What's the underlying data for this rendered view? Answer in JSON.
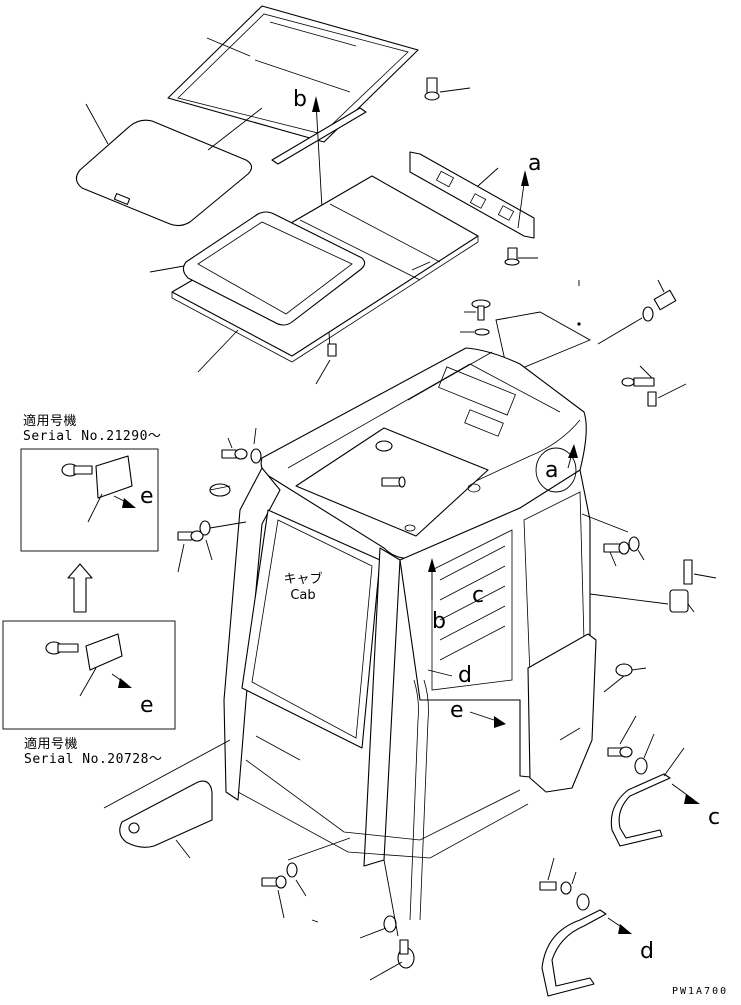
{
  "variants": [
    {
      "applies_label": "適用号機",
      "serial": "Serial No.21290～"
    },
    {
      "applies_label": "適用号機",
      "serial": "Serial No.20728～"
    }
  ],
  "cab_label": {
    "ja": "キャブ",
    "en": "Cab"
  },
  "callouts": {
    "a": "a",
    "b": "b",
    "c": "c",
    "d": "d",
    "e": "e"
  },
  "drawing_code": "PW1A700"
}
